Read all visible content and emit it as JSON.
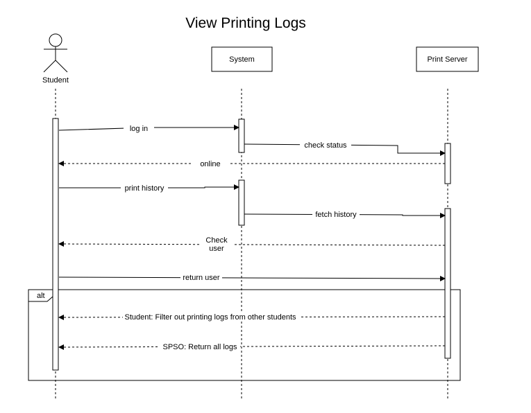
{
  "title": "View Printing Logs",
  "participants": {
    "student": "Student",
    "system": "System",
    "print_server": "Print Server"
  },
  "messages": {
    "log_in": "log in",
    "check_status": "check status",
    "online": "online",
    "print_history": "print history",
    "fetch_history": "fetch history",
    "check_user_line1": "Check",
    "check_user_line2": "user",
    "return_user": "return user",
    "filter_student": "Student: Filter out printing logs from other students",
    "spso_return": "SPSO: Return all logs"
  },
  "fragment": {
    "operator": "alt"
  }
}
